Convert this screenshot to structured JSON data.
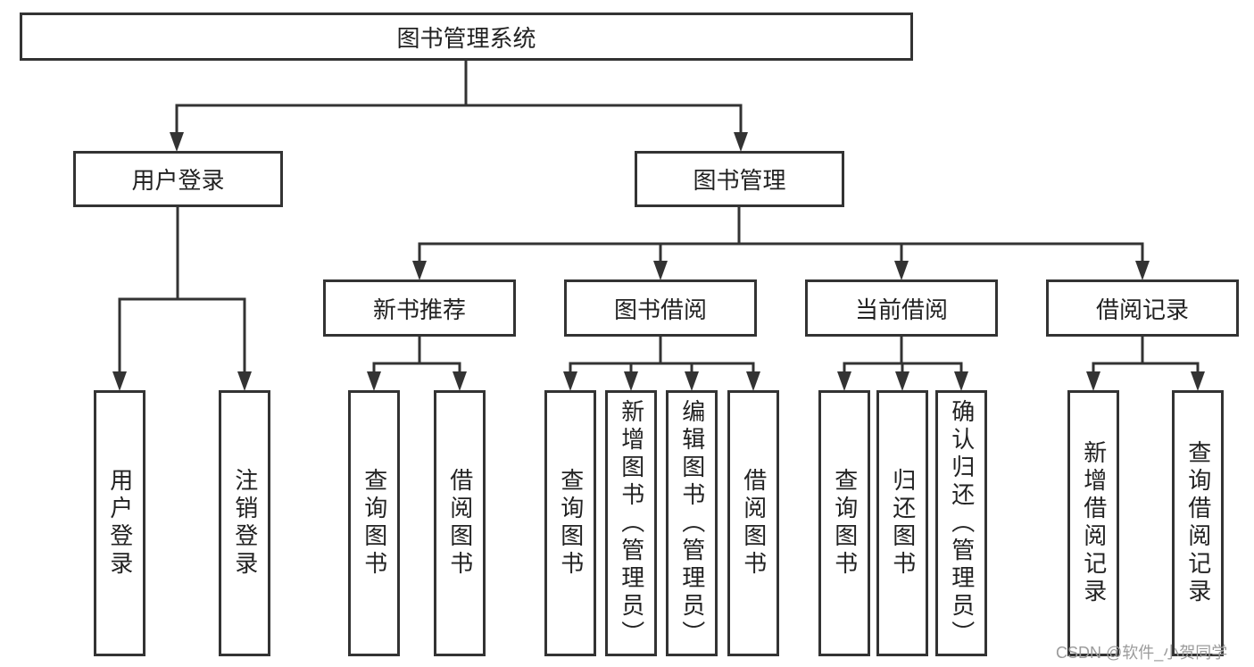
{
  "tree": {
    "root": "图书管理系统",
    "user_login": {
      "label": "用户登录",
      "children": [
        "用户登录",
        "注销登录"
      ]
    },
    "book_management": {
      "label": "图书管理",
      "children": [
        {
          "label": "新书推荐",
          "children": [
            "查询图书",
            "借阅图书"
          ]
        },
        {
          "label": "图书借阅",
          "children": [
            "查询图书",
            "新增图书（管理员）",
            "编辑图书（管理员）",
            "借阅图书"
          ]
        },
        {
          "label": "当前借阅",
          "children": [
            "查询图书",
            "归还图书",
            "确认归还（管理员）"
          ]
        },
        {
          "label": "借阅记录",
          "children": [
            "新增借阅记录",
            "查询借阅记录"
          ]
        }
      ]
    }
  },
  "watermark": "CSDN @软件_小贺同学",
  "colors": {
    "line": "#333333",
    "text": "#222222",
    "watermark": "#9b9b9b",
    "background": "#ffffff"
  }
}
